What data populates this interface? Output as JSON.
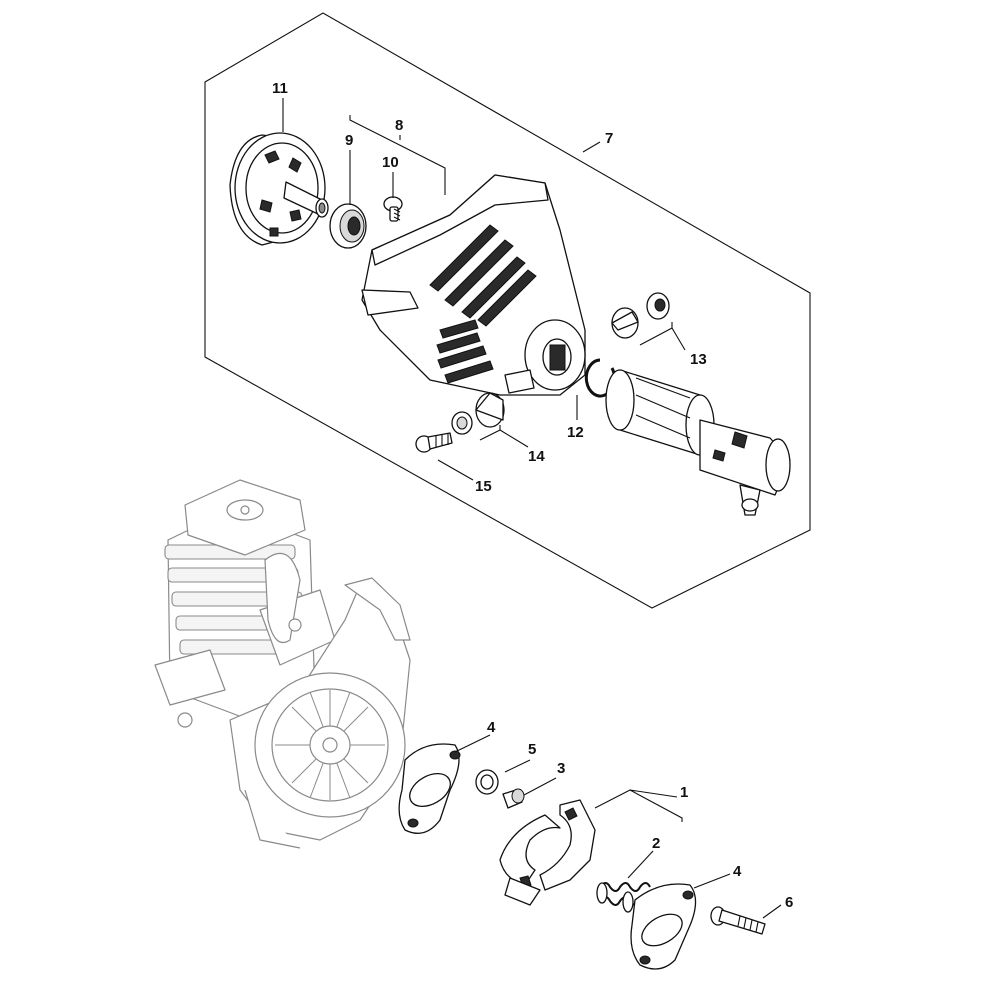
{
  "callouts": [
    {
      "id": "1",
      "text": "1"
    },
    {
      "id": "2",
      "text": "2"
    },
    {
      "id": "3",
      "text": "3"
    },
    {
      "id": "4a",
      "text": "4"
    },
    {
      "id": "4b",
      "text": "4"
    },
    {
      "id": "5",
      "text": "5"
    },
    {
      "id": "6",
      "text": "6"
    },
    {
      "id": "7",
      "text": "7"
    },
    {
      "id": "8",
      "text": "8"
    },
    {
      "id": "9",
      "text": "9"
    },
    {
      "id": "10",
      "text": "10"
    },
    {
      "id": "11",
      "text": "11"
    },
    {
      "id": "12",
      "text": "12"
    },
    {
      "id": "13",
      "text": "13"
    },
    {
      "id": "14",
      "text": "14"
    },
    {
      "id": "15",
      "text": "15"
    }
  ]
}
